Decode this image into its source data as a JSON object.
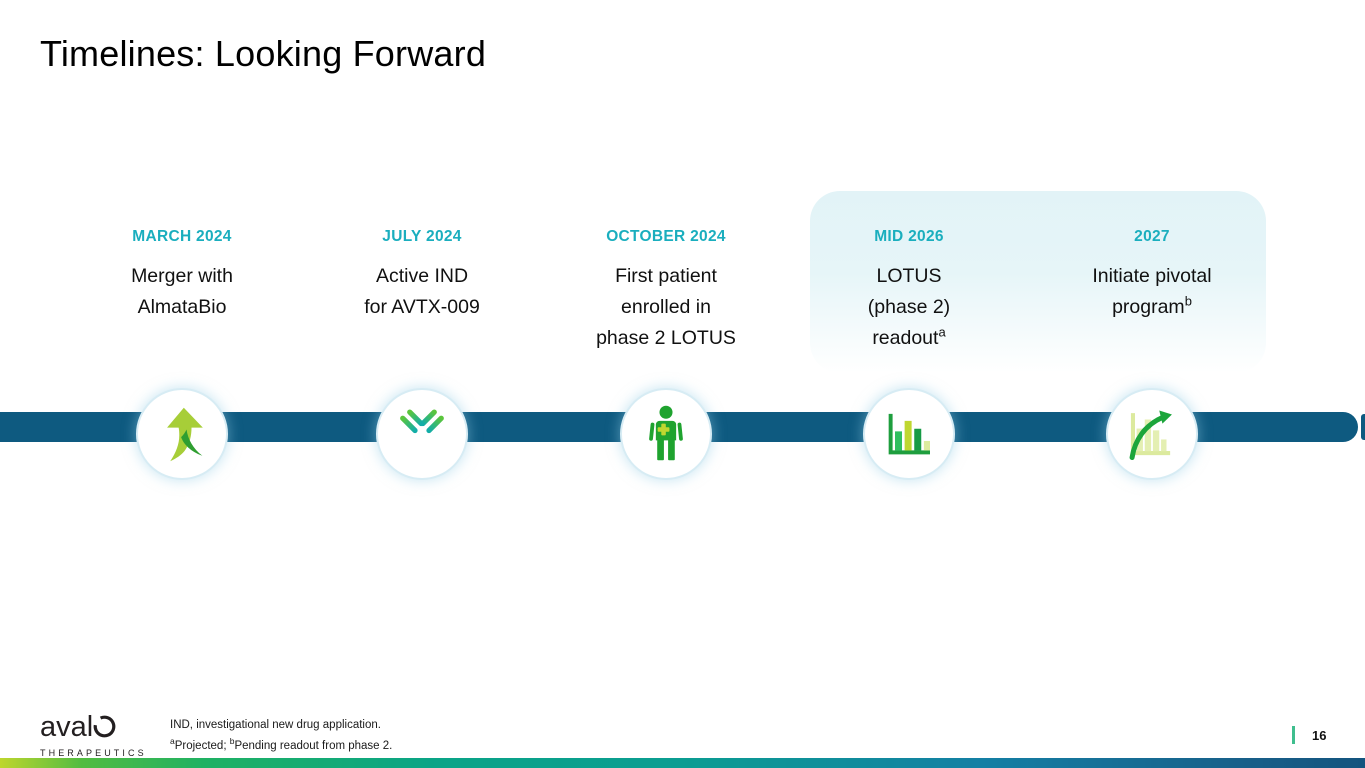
{
  "slide": {
    "title": "Timelines: Looking Forward"
  },
  "colors": {
    "accent_teal": "#1aaebe",
    "timeline_blue": "#0e5a80",
    "highlight_panel": "#e2f3f7",
    "brand_green": "#21a12f",
    "brand_lime": "#bfd730",
    "page_tick_green": "#3fbe8e"
  },
  "timeline": {
    "milestones": [
      {
        "date": "MARCH 2024",
        "text": "Merger with\nAlmataBio",
        "sup": "",
        "icon": "merger-growth-arrow-icon",
        "highlighted": false
      },
      {
        "date": "JULY 2024",
        "text": "Active IND\nfor AVTX-009",
        "sup": "",
        "icon": "antibody-icon",
        "highlighted": false
      },
      {
        "date": "OCTOBER 2024",
        "text": "First patient\nenrolled in\nphase 2 LOTUS",
        "sup": "",
        "icon": "patient-icon",
        "highlighted": false
      },
      {
        "date": "MID 2026",
        "text": "LOTUS\n(phase 2)\nreadout",
        "sup": "a",
        "icon": "bar-chart-icon",
        "highlighted": true
      },
      {
        "date": "2027",
        "text": "Initiate pivotal\nprogram",
        "sup": "b",
        "icon": "growth-chart-arrow-icon",
        "highlighted": true
      }
    ]
  },
  "footer": {
    "logo_text": "aval",
    "logo_sub": "THERAPEUTICS",
    "footnote_line1": "IND, investigational new drug application.",
    "footnote2": {
      "sup1": "a",
      "text1": "Projected; ",
      "sup2": "b",
      "text2": "Pending readout from phase 2."
    },
    "page_number": "16"
  }
}
